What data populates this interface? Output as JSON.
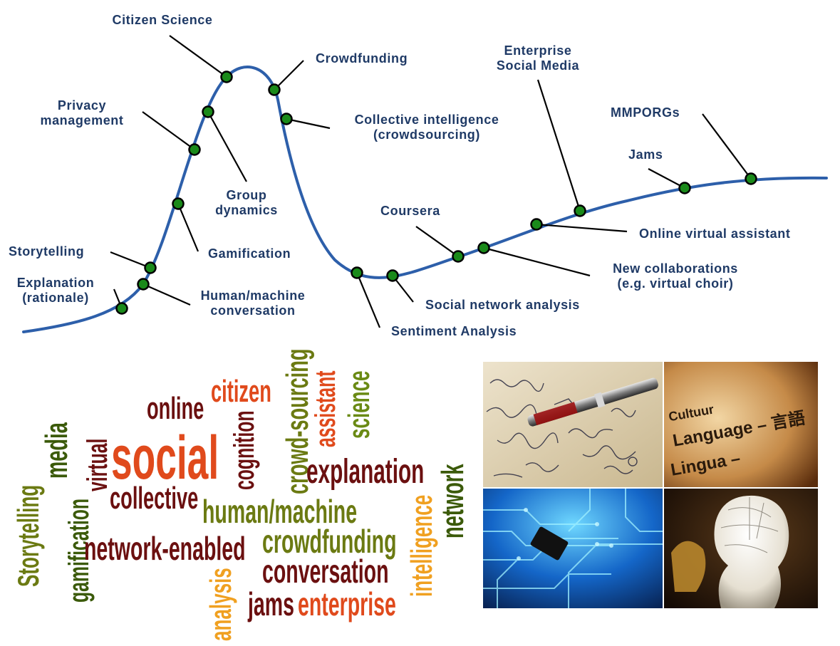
{
  "hype_cycle": {
    "colors": {
      "curve": "#2d5faa",
      "point_fill": "#1a8a1a",
      "point_stroke": "#000000",
      "label": "#1f3a66"
    },
    "labels": [
      {
        "id": "explanation",
        "lines": [
          "Explanation",
          "(rationale)"
        ]
      },
      {
        "id": "storytelling",
        "lines": [
          "Storytelling"
        ]
      },
      {
        "id": "human-machine",
        "lines": [
          "Human/machine",
          "conversation"
        ]
      },
      {
        "id": "gamification",
        "lines": [
          "Gamification"
        ]
      },
      {
        "id": "privacy",
        "lines": [
          "Privacy",
          "management"
        ]
      },
      {
        "id": "group-dynamics",
        "lines": [
          "Group",
          "dynamics"
        ]
      },
      {
        "id": "citizen-science",
        "lines": [
          "Citizen Science"
        ]
      },
      {
        "id": "crowdfunding",
        "lines": [
          "Crowdfunding"
        ]
      },
      {
        "id": "collective-intelligence",
        "lines": [
          "Collective intelligence",
          "(crowdsourcing)"
        ]
      },
      {
        "id": "sentiment",
        "lines": [
          "Sentiment Analysis"
        ]
      },
      {
        "id": "sna",
        "lines": [
          "Social network analysis"
        ]
      },
      {
        "id": "coursera",
        "lines": [
          "Coursera"
        ]
      },
      {
        "id": "new-collab",
        "lines": [
          "New collaborations",
          "(e.g. virtual choir)"
        ]
      },
      {
        "id": "ova",
        "lines": [
          "Online virtual assistant"
        ]
      },
      {
        "id": "esm",
        "lines": [
          "Enterprise",
          "Social Media"
        ]
      },
      {
        "id": "jams",
        "lines": [
          "Jams"
        ]
      },
      {
        "id": "mmporgs",
        "lines": [
          "MMPORGs"
        ]
      }
    ]
  },
  "word_cloud": {
    "colors": {
      "red": "#e04a1c",
      "maroon": "#6b1010",
      "olive": "#6b7a12",
      "orange": "#f0a020",
      "darkgreen": "#3b5a0a",
      "green": "#6a8a14"
    },
    "words": [
      {
        "id": "social",
        "text": "social",
        "color": "red"
      },
      {
        "id": "online",
        "text": "online",
        "color": "maroon"
      },
      {
        "id": "citizen",
        "text": "citizen",
        "color": "red"
      },
      {
        "id": "cognition",
        "text": "cognition",
        "color": "maroon"
      },
      {
        "id": "crowd-sourcing",
        "text": "crowd-sourcing",
        "color": "olive"
      },
      {
        "id": "assistant",
        "text": "assistant",
        "color": "red"
      },
      {
        "id": "science",
        "text": "science",
        "color": "green"
      },
      {
        "id": "explanation",
        "text": "explanation",
        "color": "maroon"
      },
      {
        "id": "network",
        "text": "network",
        "color": "darkgreen"
      },
      {
        "id": "intelligence",
        "text": "intelligence",
        "color": "orange"
      },
      {
        "id": "virtual",
        "text": "virtual",
        "color": "maroon"
      },
      {
        "id": "media",
        "text": "media",
        "color": "darkgreen"
      },
      {
        "id": "storytelling",
        "text": "Storytelling",
        "color": "olive"
      },
      {
        "id": "gamification",
        "text": "gamification",
        "color": "darkgreen"
      },
      {
        "id": "collective",
        "text": "collective",
        "color": "maroon"
      },
      {
        "id": "human-machine",
        "text": "human/machine",
        "color": "olive"
      },
      {
        "id": "network-enabled",
        "text": "network-enabled",
        "color": "maroon"
      },
      {
        "id": "crowdfunding",
        "text": "crowdfunding",
        "color": "olive"
      },
      {
        "id": "analysis",
        "text": "analysis",
        "color": "orange"
      },
      {
        "id": "conversation",
        "text": "conversation",
        "color": "maroon"
      },
      {
        "id": "jams",
        "text": "jams",
        "color": "maroon"
      },
      {
        "id": "enterprise",
        "text": "enterprise",
        "color": "red"
      }
    ]
  },
  "photos": {
    "language": {
      "lines": [
        "Cultuur",
        "Language – 言語",
        "Lingua –"
      ]
    }
  }
}
